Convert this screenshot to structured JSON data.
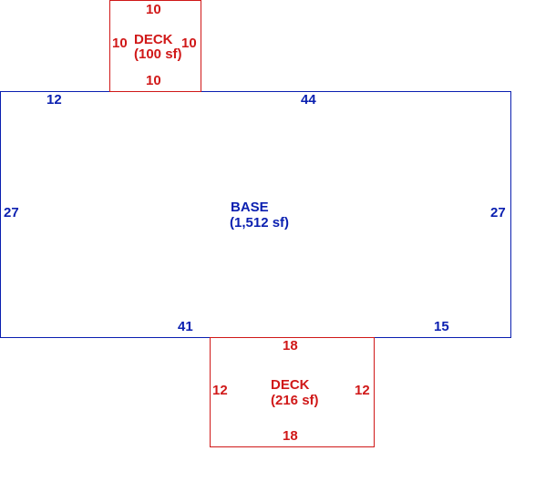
{
  "colors": {
    "base": "#0a1fb0",
    "deck": "#d01818",
    "background": "#ffffff"
  },
  "base": {
    "name": "BASE",
    "area": "(1,512 sf)",
    "dims": {
      "top_left_seg": "12",
      "top_right_seg": "44",
      "left": "27",
      "right": "27",
      "bottom_left_seg": "41",
      "bottom_right_seg": "15"
    }
  },
  "deck_top": {
    "name": "DECK",
    "area": "(100 sf)",
    "dims": {
      "top": "10",
      "bottom": "10",
      "left": "10",
      "right": "10"
    }
  },
  "deck_bottom": {
    "name": "DECK",
    "area": "(216 sf)",
    "dims": {
      "top": "18",
      "bottom": "18",
      "left": "12",
      "right": "12"
    }
  }
}
